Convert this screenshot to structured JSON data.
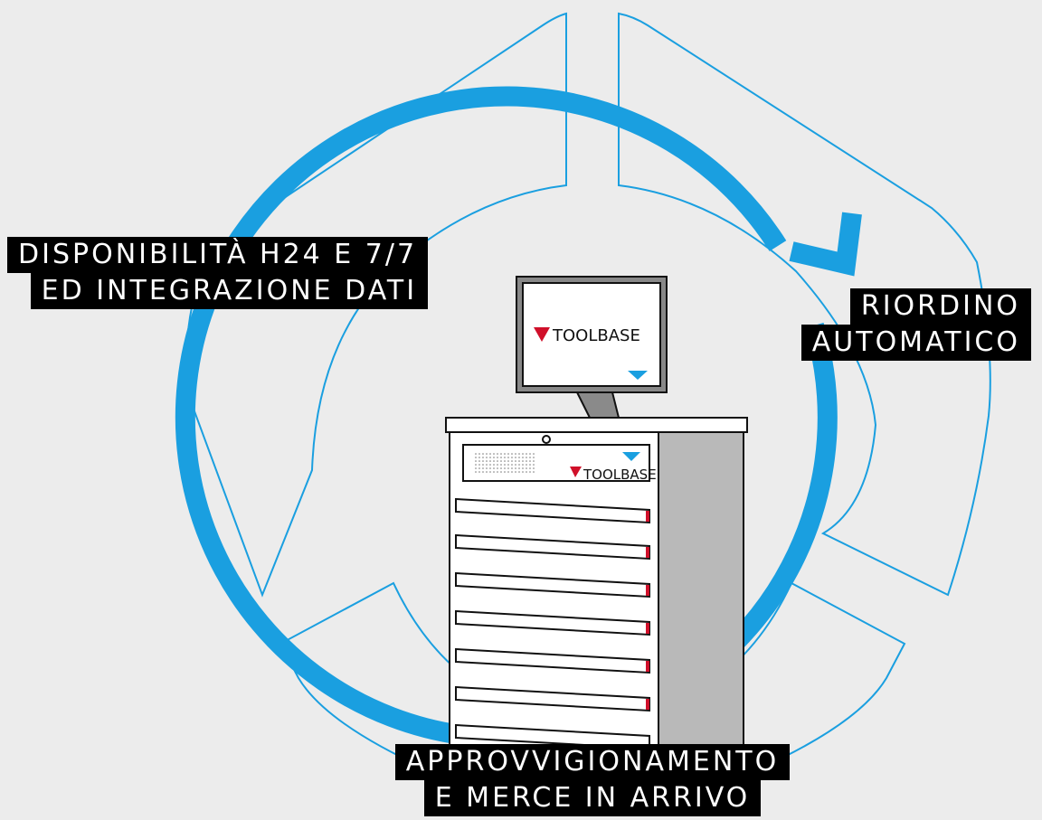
{
  "labels": {
    "left": {
      "line1": "DISPONIBILITÀ H24 E 7/7",
      "line2": "ED INTEGRAZIONE DATI"
    },
    "right": {
      "line1": "RIORDINO",
      "line2": "AUTOMATICO"
    },
    "bottom": {
      "line1": "APPROVVIGIONAMENTO",
      "line2": "E MERCE IN ARRIVO"
    }
  },
  "brand": {
    "monitor_logo": "TOOLBASE",
    "cabinet_logo": "TOOLBASE"
  },
  "colors": {
    "background": "#ececec",
    "accent_blue": "#1a9fe0",
    "outline_blue": "#1a9fe0",
    "logo_red": "#d0102a",
    "label_bg": "#000000",
    "label_text": "#ffffff"
  },
  "icons": [
    "cycle-arrow",
    "toolbase-logo",
    "vending-cabinet",
    "monitor"
  ]
}
